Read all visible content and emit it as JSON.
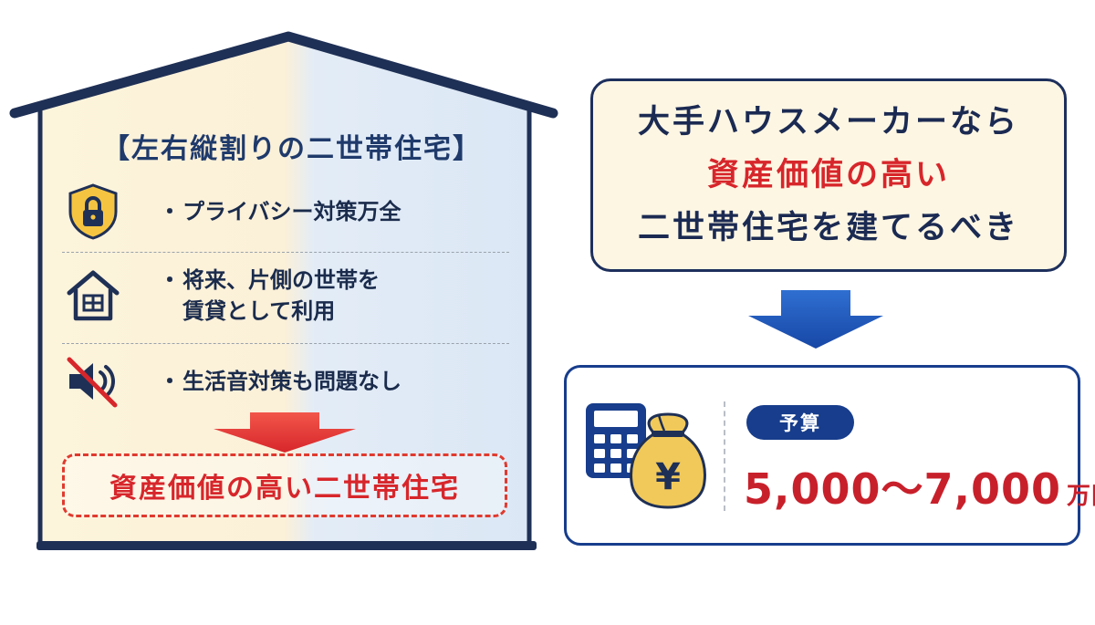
{
  "house": {
    "title": "【左右縦割りの二世帯住宅】",
    "features": [
      {
        "icon": "shield-lock-icon",
        "bullet": "・",
        "lines": [
          "プライバシー対策万全"
        ]
      },
      {
        "icon": "house-icon",
        "bullet": "・",
        "lines": [
          "将来、片側の世帯を",
          "賃貸として利用"
        ]
      },
      {
        "icon": "muted-speaker-icon",
        "bullet": "・",
        "lines": [
          "生活音対策も問題なし"
        ]
      }
    ],
    "result": "資産価値の高い二世帯住宅"
  },
  "message": {
    "line1": "大手ハウスメーカーなら",
    "line2": "資産価値の高い",
    "line3": "二世帯住宅を建てるべき"
  },
  "budget": {
    "badge": "予算",
    "amount": "5,000〜7,000",
    "unit": "万円",
    "icons": [
      "calculator-icon",
      "money-bag-icon"
    ],
    "currency_symbol": "¥"
  },
  "colors": {
    "navy": "#1d2f5c",
    "red": "#d7262b",
    "blue": "#173d8c",
    "left_half": "#fdf4dc",
    "right_half": "#dde9f7"
  }
}
